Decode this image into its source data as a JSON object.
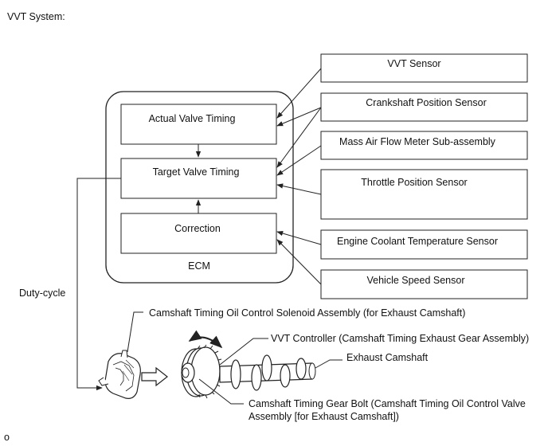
{
  "title": "VVT System:",
  "ecm": {
    "label": "ECM",
    "blocks": {
      "actual": "Actual Valve Timing",
      "target": "Target Valve Timing",
      "correction": "Correction"
    }
  },
  "sensors": [
    "VVT Sensor",
    "Crankshaft Position Sensor",
    "Mass Air Flow Meter Sub-assembly",
    "Throttle Position Sensor",
    "Engine Coolant Temperature Sensor",
    "Vehicle Speed Sensor"
  ],
  "duty_cycle": "Duty-cycle",
  "callouts": {
    "solenoid": "Camshaft Timing Oil Control Solenoid Assembly (for Exhaust Camshaft)",
    "vvt_controller": "VVT Controller (Camshaft Timing Exhaust Gear Assembly)",
    "exhaust_camshaft": "Exhaust Camshaft",
    "gear_bolt_line1": "Camshaft Timing Gear Bolt (Camshaft Timing Oil Control Valve",
    "gear_bolt_line2": "Assembly [for Exhaust Camshaft])"
  },
  "footer_mark": "o"
}
